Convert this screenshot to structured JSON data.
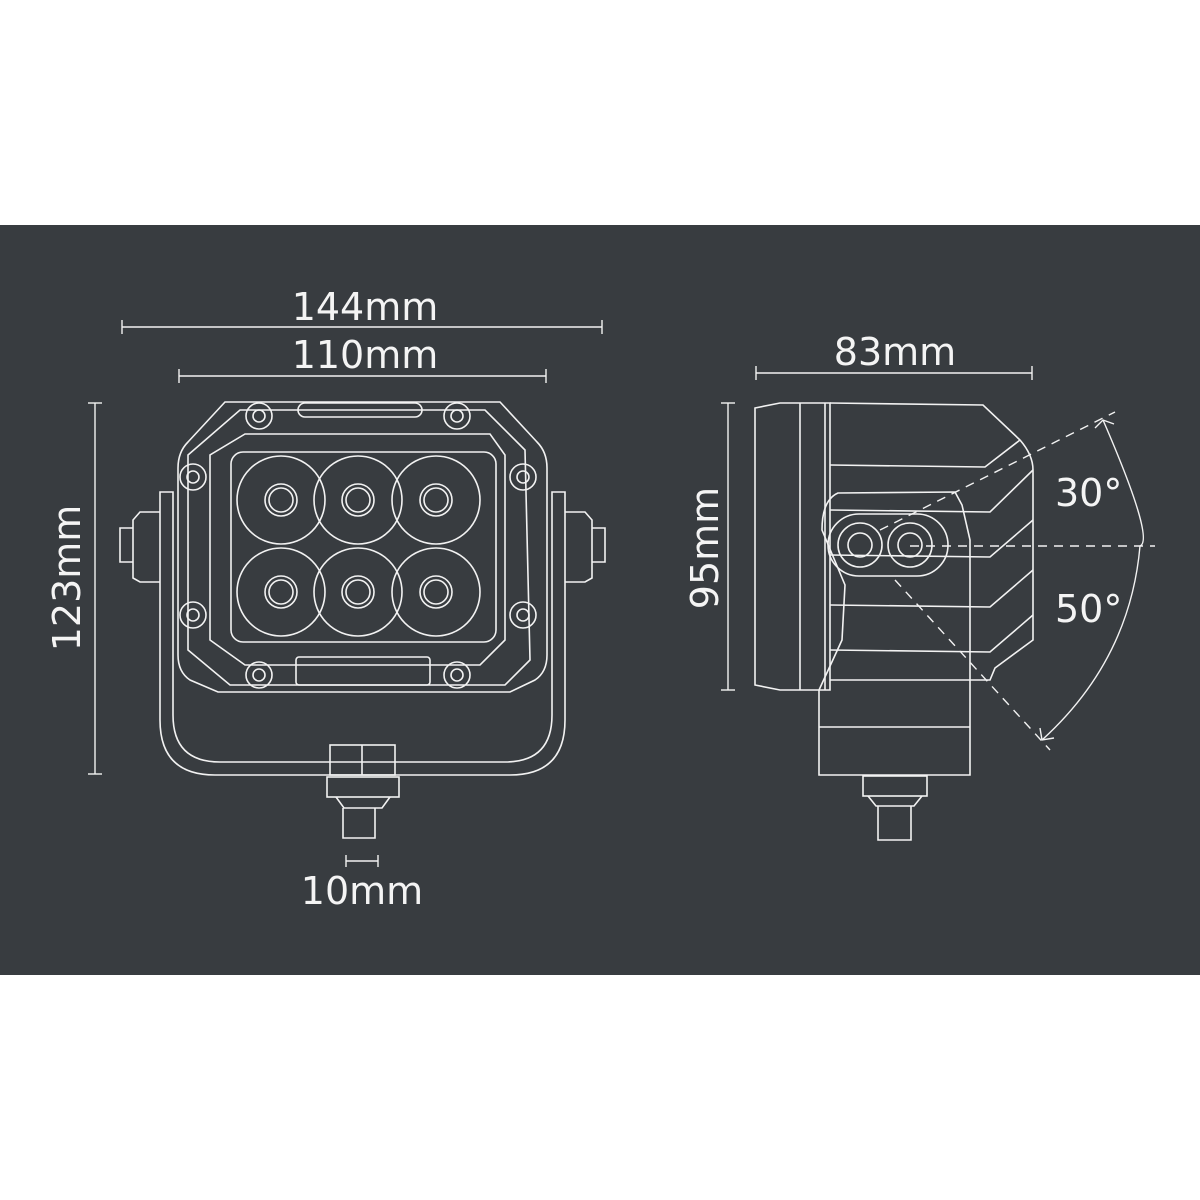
{
  "dimensions": {
    "overall_width": "144mm",
    "housing_width": "110mm",
    "overall_height": "123mm",
    "thread_diameter": "10mm",
    "depth": "83mm",
    "housing_height": "95mm"
  },
  "tilt": {
    "up_angle": "30°",
    "down_angle": "50°"
  },
  "colors": {
    "background": "#383c40",
    "line": "#f2f2f2"
  }
}
